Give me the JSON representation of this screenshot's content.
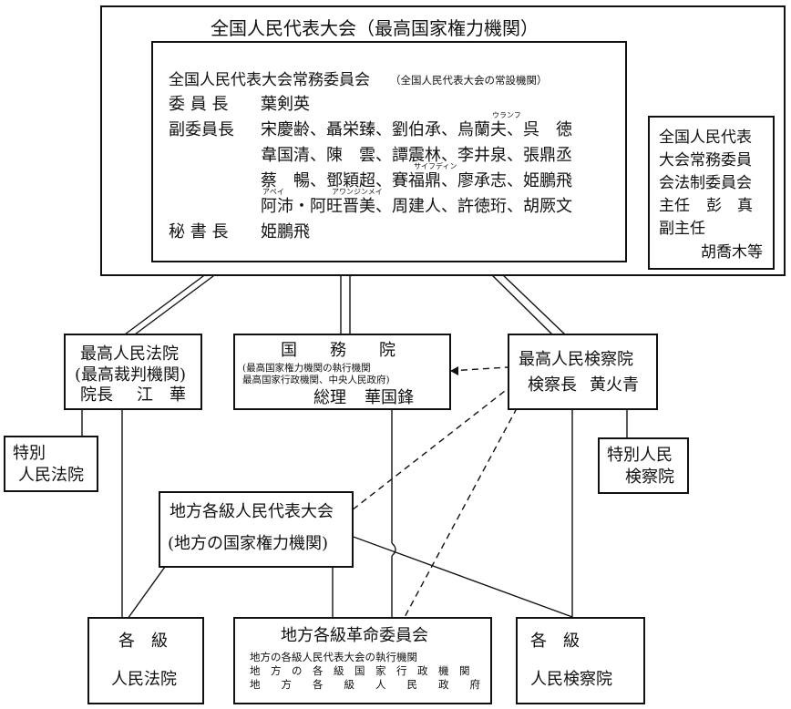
{
  "npc": {
    "title": "全国人民代表大会（最高国家権力機関）",
    "standing_committee": {
      "title": "全国人民代表大会常務委員会",
      "title_note": "（全国人民代表大会の常設機関）",
      "chairman_label": "委 員 長",
      "chairman": "葉剣英",
      "vice_label": "副委員長",
      "vice_rows": [
        "宋慶齢、聶栄臻、劉伯承、烏蘭夫、呉　徳",
        "韋国清、陳　雲、譚震林、李井泉、張鼎丞",
        "蔡　暢、鄧穎超、賽福鼎、廖承志、姫鵬飛",
        "阿沛・阿旺晋美、周建人、許徳珩、胡厥文"
      ],
      "ruby_ulanhu": "ウランフ",
      "ruby_saifudin": "サイフディン",
      "ruby_apei": "アペイ",
      "ruby_awang": "アワンジンメイ",
      "secretary_label": "秘 書 長",
      "secretary": "姫鵬飛"
    },
    "legal_committee": {
      "lines": [
        "全国人民代表",
        "大会常務委員",
        "会法制委員会"
      ],
      "director_label": "主任",
      "director": "彭　真",
      "deputy_label": "副主任",
      "deputy": "胡喬木等"
    }
  },
  "supreme_court": {
    "lines": [
      "最高人民法院",
      "(最高裁判機関)"
    ],
    "head_label": "院長",
    "head": "江　華"
  },
  "state_council": {
    "title": "国　　務　　院",
    "notes": [
      "(最高国家権力機関の執行機関",
      "最高国家行政機関、中央人民政府)"
    ],
    "head_label": "総理",
    "head": "華国鋒"
  },
  "procuratorate": {
    "title": "最高人民検察院",
    "head_label": "検察長",
    "head": "黄火青"
  },
  "special_court": {
    "lines": [
      "特別",
      "人民法院"
    ]
  },
  "special_procuratorate": {
    "lines": [
      "特別人民",
      "検察院"
    ]
  },
  "local_congress": {
    "lines": [
      "地方各級人民代表大会",
      "(地方の国家権力機関)"
    ]
  },
  "local_courts": {
    "lines": [
      "各　級",
      "人民法院"
    ]
  },
  "revolutionary_committee": {
    "title": "地方各級革命委員会",
    "notes": [
      "地方の各級人民代表大会の執行機関",
      "地　方　の　各　級　国　家　行　政　機　関",
      "地　　方　　各　　級　　人　　民　　政　　府"
    ]
  },
  "local_procuratorates": {
    "lines": [
      "各　級",
      "人民検察院"
    ]
  }
}
